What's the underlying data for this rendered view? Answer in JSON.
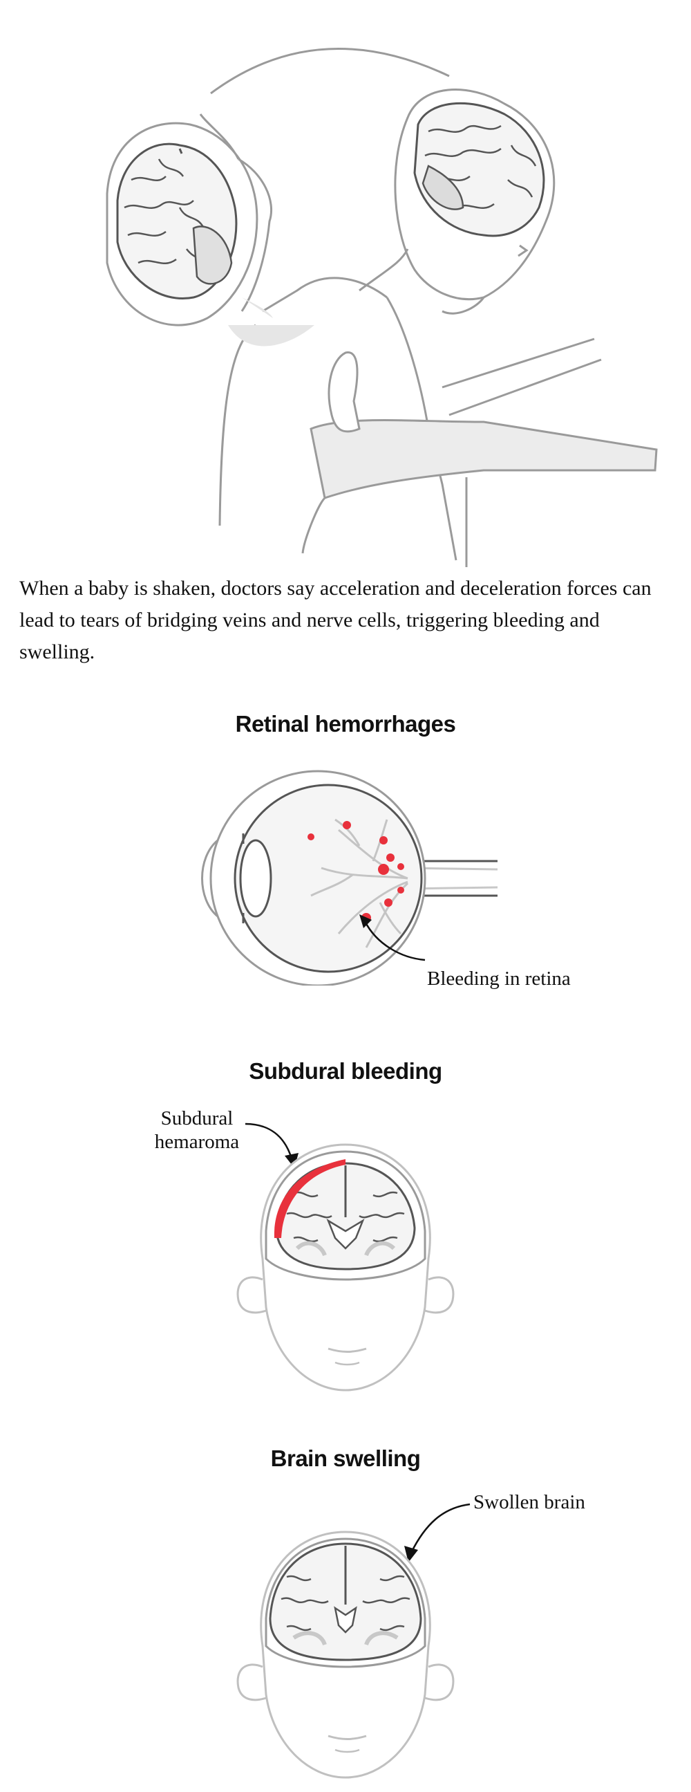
{
  "intro": {
    "caption": "When a baby is shaken, doctors say acceleration and deceleration forces can lead to tears of bridging veins and nerve cells, triggering bleeding and swelling."
  },
  "sections": [
    {
      "heading": "Retinal hemorrhages",
      "annotations": [
        {
          "text": "Bleeding in retina"
        }
      ]
    },
    {
      "heading": "Subdural bleeding",
      "annotations": [
        {
          "line1": "Subdural",
          "line2": "hemaroma"
        }
      ]
    },
    {
      "heading": "Brain swelling",
      "annotations": [
        {
          "text": "Swollen brain"
        }
      ]
    }
  ],
  "colors": {
    "line": "#555555",
    "light_line": "#bdbdbd",
    "shade": "#e4e4e4",
    "brain_fill": "#f4f4f4",
    "blood": "#e8313c"
  }
}
